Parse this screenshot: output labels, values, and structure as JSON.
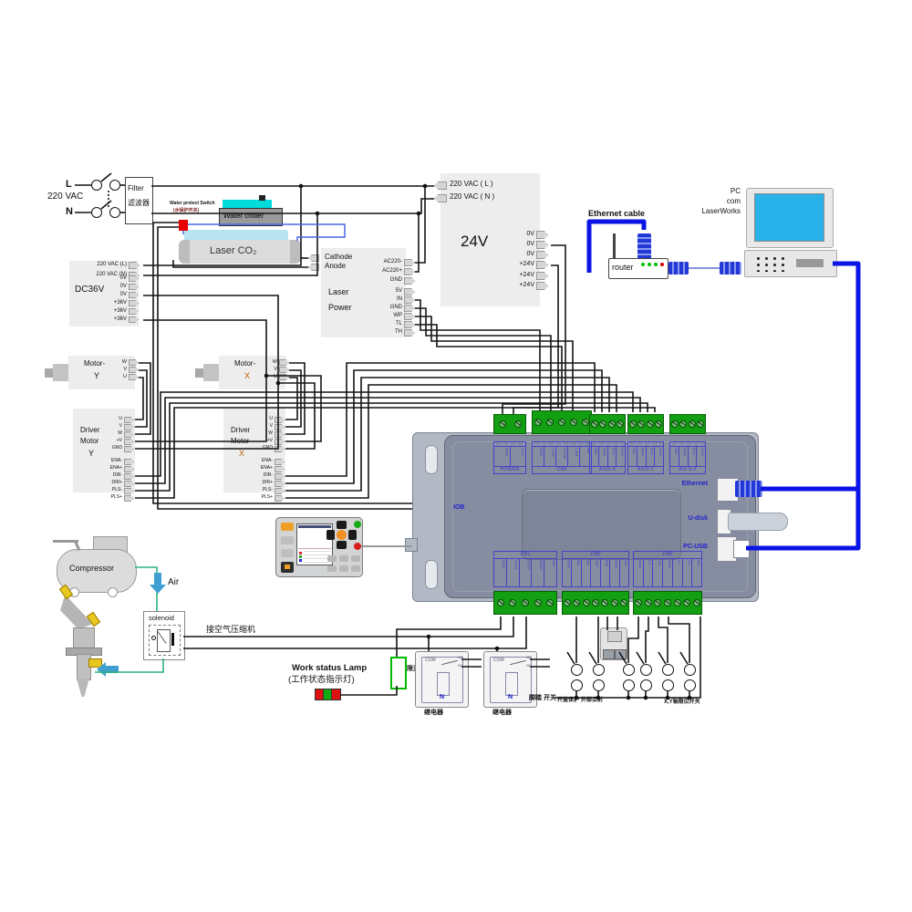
{
  "mains": {
    "l": "L",
    "n": "N",
    "voltage": "220 VAC",
    "filter_en": "Filter",
    "filter_zh": "滤波器"
  },
  "water": {
    "protect1": "Water protect Switch",
    "protect2": "(水保护开关)",
    "chiller": "Water chiller"
  },
  "tube": {
    "label": "Laser CO₂"
  },
  "psu36": {
    "title": "DC36V",
    "ac": [
      "220 VAC (L)",
      "220 VAC (N)"
    ],
    "pins": [
      "0V",
      "0V",
      "0V",
      "+36V",
      "+36V",
      "+36V"
    ]
  },
  "laser_psu": {
    "cathode": "Cathode",
    "anode": "Anode",
    "name1": "Laser",
    "name2": "Power",
    "ac_pins": [
      "AC220-",
      "AC220+",
      "GND"
    ],
    "sig_pins": [
      "5V",
      "IN",
      "GND",
      "WP",
      "TL",
      "TH"
    ]
  },
  "psu24": {
    "title": "24V",
    "ac": [
      "220 VAC ( L )",
      "220 VAC ( N )"
    ],
    "pins": [
      "0V",
      "0V",
      "0V",
      "+24V",
      "+24V",
      "+24V"
    ]
  },
  "network": {
    "cable": "Ethernet cable",
    "router": "router",
    "pc": [
      "PC",
      "com",
      "LaserWorks"
    ]
  },
  "motor_y": {
    "name": "Motor-",
    "axis": "Y",
    "pins": [
      "W",
      "V",
      "U"
    ]
  },
  "motor_x": {
    "name": "Motor-",
    "axis": "X",
    "pins": [
      "W",
      "V",
      "U"
    ]
  },
  "driver_y": {
    "name1": "Driver",
    "name2": "Motor",
    "axis": "Y",
    "pwr": [
      "U",
      "V",
      "W",
      "+V",
      "GND"
    ],
    "ctrl": [
      "ENA-",
      "ENA+",
      "DIR-",
      "DIR+",
      "PLS-",
      "PLS+"
    ]
  },
  "driver_x": {
    "name1": "Driver",
    "name2": "Motor",
    "axis": "X",
    "pwr": [
      "U",
      "V",
      "W",
      "+V",
      "GND"
    ],
    "ctrl": [
      "ENA-",
      "ENA+",
      "DIR-",
      "DIR+",
      "PLS-",
      "PLS+"
    ]
  },
  "controller": {
    "iob": "IOB",
    "eth": "Ethernet",
    "udisk": "U-disk",
    "pcusb": "PC-USB",
    "top_groups": [
      {
        "label": "POWER",
        "pins": [
          "GND",
          "+24V"
        ]
      },
      {
        "label": "CN5",
        "pins": [
          "GND",
          "L-ON",
          "LPWM",
          "L-AN",
          "WP"
        ]
      },
      {
        "label": "AXIS-X",
        "pins": [
          "DIR-",
          "DIR+",
          "PUL-",
          "PUL+"
        ]
      },
      {
        "label": "AXIS-Y",
        "pins": [
          "DIR-",
          "DIR+",
          "PUL-",
          "PUL+"
        ]
      },
      {
        "label": "AXI S-Z",
        "pins": [
          "DIR-",
          "DIR+",
          "PUL-",
          "PUL+"
        ]
      }
    ],
    "bottom_groups": [
      {
        "label": "CN1",
        "pins": [
          "GND",
          "OUT1",
          "OUT2",
          "WIND",
          "STA"
        ]
      },
      {
        "label": "CN2",
        "pins": [
          "GND",
          "IN1",
          "IN2",
          "SHT",
          "RST",
          "GND",
          "24V"
        ]
      },
      {
        "label": "CN3",
        "pins": [
          "GND",
          "LX-",
          "LX+",
          "GND",
          "LY-",
          "LY+",
          "24V"
        ]
      }
    ]
  },
  "air": {
    "compressor": "Compressor",
    "air": "Air",
    "solenoid": "solenoid",
    "note": "接空气压缩机"
  },
  "lamp": {
    "line1": "Work status Lamp",
    "line2": "(工作状态指示灯)",
    "resistor": "限流"
  },
  "relay": {
    "label": "继电器",
    "com": "COM",
    "no": "NO",
    "nc": "NC",
    "n": "N"
  },
  "switches": {
    "foot": "脚踏 开关",
    "cover": "开盖保护",
    "pulse": "外部点射",
    "limit": "X,Y轴限位开关"
  }
}
